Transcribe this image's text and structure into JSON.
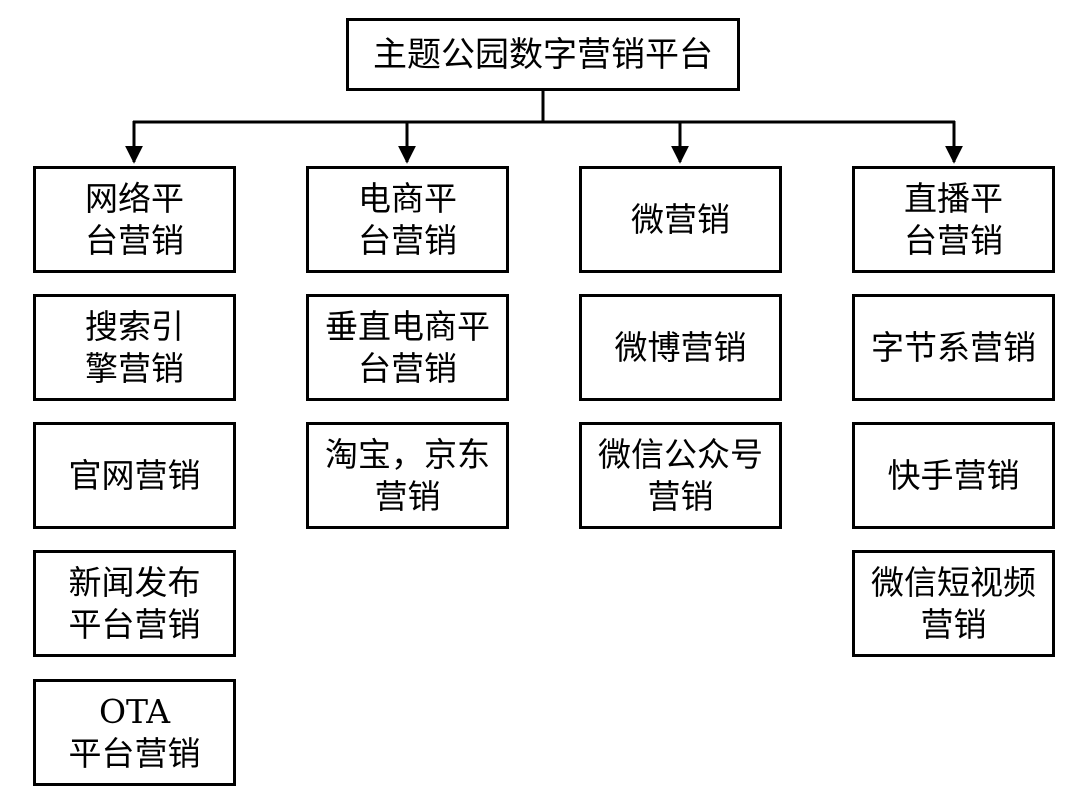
{
  "root": {
    "label": "主题公园数字营销平台"
  },
  "columns": [
    {
      "header": {
        "line1": "网络平",
        "line2": "台营销"
      },
      "items": [
        {
          "line1": "搜索引",
          "line2": "擎营销"
        },
        {
          "line1": "官网营销",
          "line2": ""
        },
        {
          "line1": "新闻发布",
          "line2": "平台营销"
        },
        {
          "line1": "OTA",
          "line2": "平台营销"
        }
      ]
    },
    {
      "header": {
        "line1": "电商平",
        "line2": "台营销"
      },
      "items": [
        {
          "line1": "垂直电商平",
          "line2": "台营销"
        },
        {
          "line1": "淘宝，京东",
          "line2": "营销"
        }
      ]
    },
    {
      "header": {
        "line1": "微营销",
        "line2": ""
      },
      "items": [
        {
          "line1": "微博营销",
          "line2": ""
        },
        {
          "line1": "微信公众号",
          "line2": "营销"
        }
      ]
    },
    {
      "header": {
        "line1": "直播平",
        "line2": "台营销"
      },
      "items": [
        {
          "line1": "字节系营销",
          "line2": ""
        },
        {
          "line1": "快手营销",
          "line2": ""
        },
        {
          "line1": "微信短视频",
          "line2": "营销"
        }
      ]
    }
  ]
}
